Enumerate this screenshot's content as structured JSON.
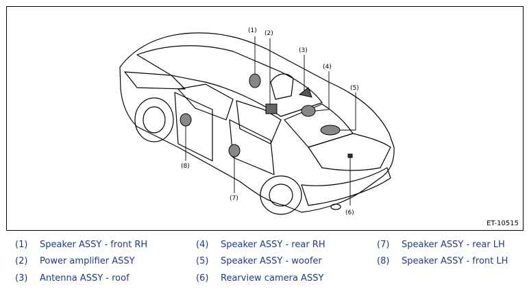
{
  "figure_id": "ET-10515",
  "callouts": [
    "(1)",
    "(2)",
    "(3)",
    "(4)",
    "(5)",
    "(6)",
    "(7)",
    "(8)"
  ],
  "legend": [
    {
      "num": "(1)",
      "label": "Speaker ASSY - front RH"
    },
    {
      "num": "(2)",
      "label": "Power amplifier ASSY"
    },
    {
      "num": "(3)",
      "label": "Antenna ASSY - roof"
    },
    {
      "num": "(4)",
      "label": "Speaker ASSY - rear RH"
    },
    {
      "num": "(5)",
      "label": "Speaker ASSY - woofer"
    },
    {
      "num": "(6)",
      "label": "Rearview camera ASSY"
    },
    {
      "num": "(7)",
      "label": "Speaker ASSY - rear LH"
    },
    {
      "num": "(8)",
      "label": "Speaker ASSY - front LH"
    }
  ],
  "colors": {
    "legend_text": "#1a3a8c",
    "line": "#000000"
  }
}
